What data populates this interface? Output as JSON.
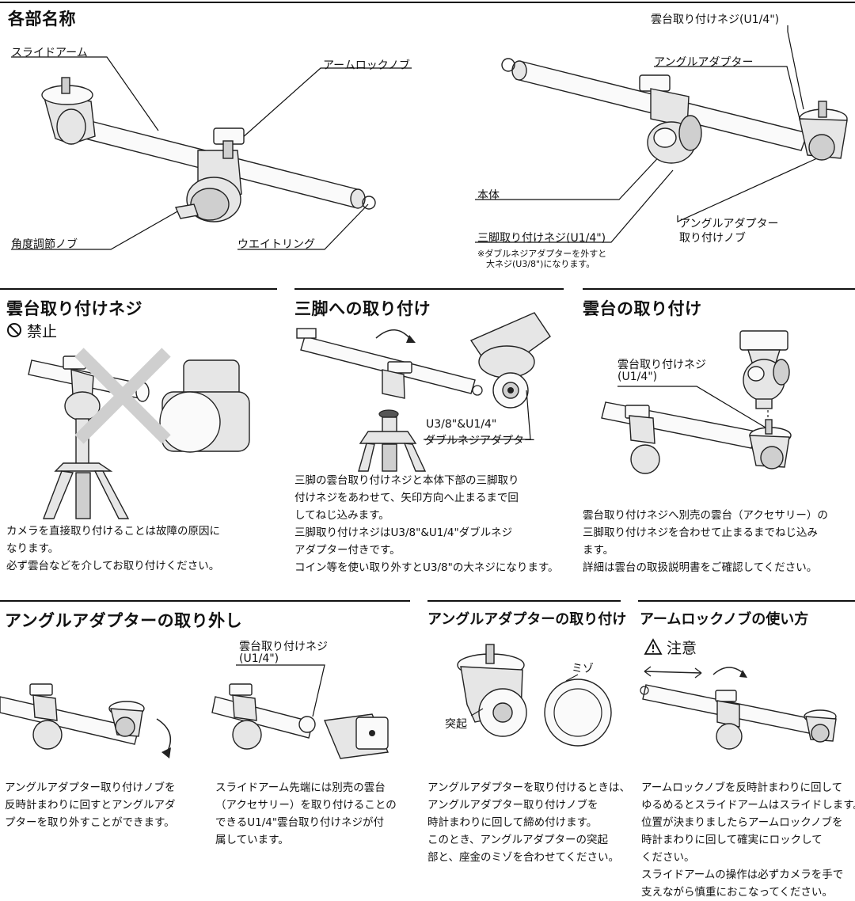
{
  "parts": {
    "title": "各部名称",
    "slide_arm": "スライドアーム",
    "arm_lock_knob": "アームロックノブ",
    "angle_knob": "角度調節ノブ",
    "weight_ring": "ウエイトリング",
    "head_screw": "雲台取り付けネジ(U1/4\")",
    "angle_adapter": "アングルアダプター",
    "body": "本体",
    "adapter_knob_line1": "アングルアダプター",
    "adapter_knob_line2": "取り付けノブ",
    "tripod_screw": "三脚取り付けネジ(U1/4\")",
    "note_line1": "※ダブルネジアダプターを外すと",
    "note_line2": "大ネジ(U3/8\")になります。"
  },
  "head_screw_section": {
    "title": "雲台取り付けネジ",
    "prohibit_icon": "prohibited-icon",
    "prohibit_label": "禁止",
    "text": [
      "カメラを直接取り付けることは故障の原因に",
      "なります。",
      "必ず雲台などを介してお取り付けください。"
    ]
  },
  "tripod_section": {
    "title": "三脚への取り付け",
    "adapter_label_line1": "U3/8\"&U1/4\"",
    "adapter_label_line2": "ダブルネジアダプター",
    "text": [
      "三脚の雲台取り付けネジと本体下部の三脚取り",
      "付けネジをあわせて、矢印方向へ止まるまで回",
      "してねじ込みます。",
      "三脚取り付けネジはU3/8\"&U1/4\"ダブルネジ",
      "アダプター付きです。",
      "コイン等を使い取り外すとU3/8\"の大ネジになります。"
    ]
  },
  "head_mount_section": {
    "title": "雲台の取り付け",
    "screw_label_line1": "雲台取り付けネジ",
    "screw_label_line2": "(U1/4\")",
    "text": [
      "雲台取り付けネジへ別売の雲台（アクセサリー）の",
      "三脚取り付けネジを合わせて止まるまでねじ込み",
      "ます。",
      "詳細は雲台の取扱説明書をご確認してください。"
    ]
  },
  "remove_section": {
    "title": "アングルアダプターの取り外し",
    "screw_label_line1": "雲台取り付けネジ",
    "screw_label_line2": "(U1/4\")",
    "text_left": [
      "アングルアダプター取り付けノブを",
      "反時計まわりに回すとアングルアダ",
      "プターを取り外すことができます。"
    ],
    "text_right": [
      "スライドアーム先端には別売の雲台",
      "（アクセサリー）を取り付けることの",
      "できるU1/4\"雲台取り付けネジが付",
      "属しています。"
    ]
  },
  "attach_section": {
    "title": "アングルアダプターの取り付け",
    "groove_label": "ミゾ",
    "protrusion_label": "突起",
    "text": [
      "アングルアダプターを取り付けるときは、",
      "アングルアダプター取り付けノブを",
      "時計まわりに回して締め付けます。",
      "このとき、アングルアダプターの突起",
      "部と、座金のミゾを合わせてください。"
    ]
  },
  "lock_section": {
    "title": "アームロックノブの使い方",
    "caution_icon": "warning-icon",
    "caution_label": "注意",
    "text": [
      "アームロックノブを反時計まわりに回して",
      "ゆるめるとスライドアームはスライドします。",
      "位置が決まりましたらアームロックノブを",
      "時計まわりに回して確実にロックして",
      "ください。",
      "スライドアームの操作は必ずカメラを手で",
      "支えながら慎重におこなってください。"
    ]
  }
}
